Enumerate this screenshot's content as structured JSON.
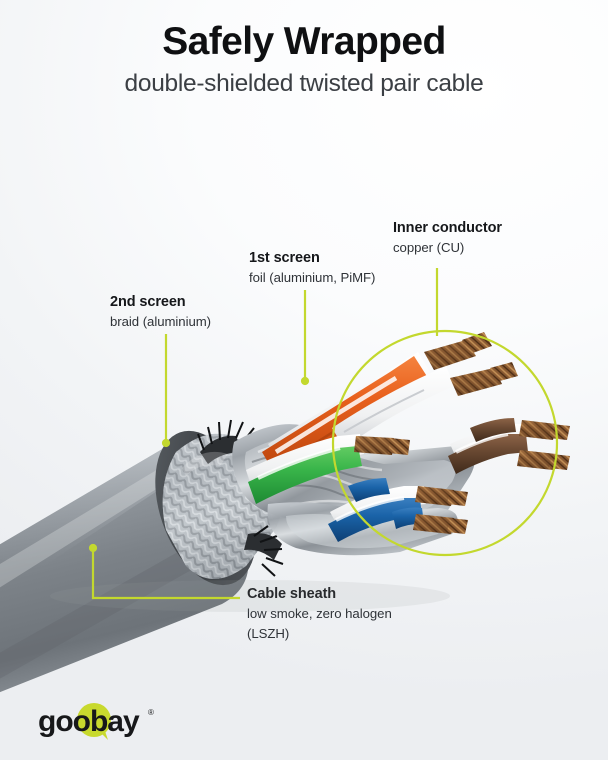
{
  "header": {
    "title": "Safely Wrapped",
    "subtitle": "double-shielded twisted pair cable"
  },
  "callouts": {
    "inner_conductor": {
      "title": "Inner conductor",
      "subtitle": "copper (CU)"
    },
    "first_screen": {
      "title": "1st screen",
      "subtitle": "foil (aluminium, PiMF)"
    },
    "second_screen": {
      "title": "2nd screen",
      "subtitle": "braid (aluminium)"
    },
    "cable_sheath": {
      "title": "Cable sheath",
      "subtitle_line1": "low smoke, zero halogen",
      "subtitle_line2": "(LSZH)"
    }
  },
  "brand": {
    "name": "goobay",
    "registered_mark": "®"
  },
  "colors": {
    "accent_lime": "#c3d82e",
    "logo_bubble": "#c8d92e",
    "text_dark": "#15171a",
    "text_muted": "#3b3f44",
    "background": "#eef0f3",
    "pair_orange": "#e8601c",
    "pair_green": "#39b54a",
    "pair_blue": "#1a63a8",
    "pair_brown": "#6b4a33",
    "copper": "#8a5a32",
    "sheath_gray": "#8b9196",
    "braid_silver": "#b9bfc4",
    "foil_gray": "#9aa0a6"
  },
  "illustration": {
    "subject": "cut-away double-shielded twisted pair network cable",
    "elements": [
      "cable-sheath",
      "braid-screen",
      "foil-screen",
      "twisted-pair-orange",
      "twisted-pair-green",
      "twisted-pair-blue",
      "twisted-pair-brown",
      "copper-conductors",
      "highlight-circle"
    ]
  }
}
